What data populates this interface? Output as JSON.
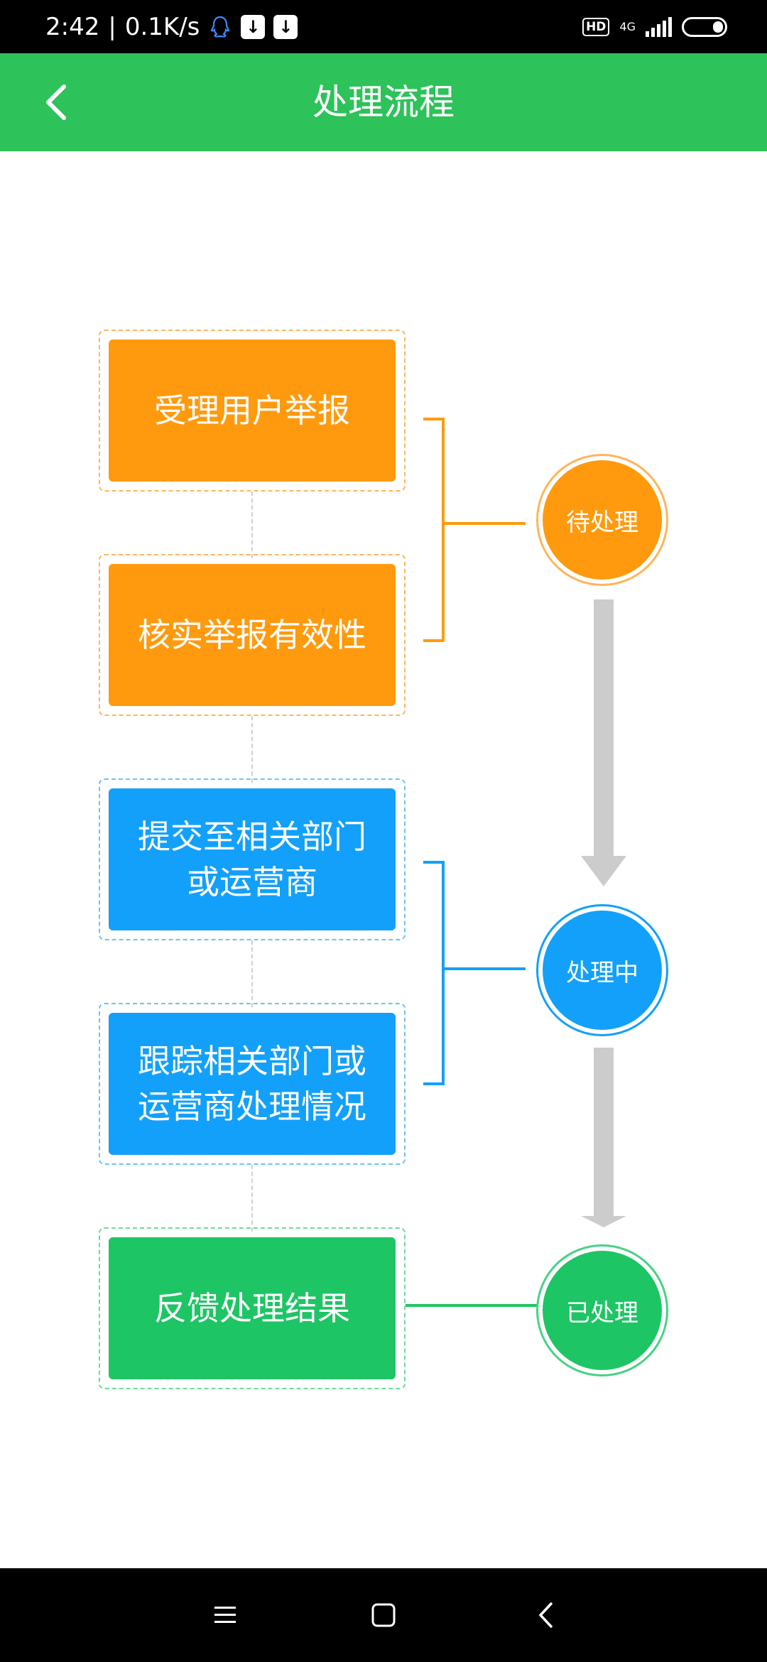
{
  "status_bar": {
    "time": "2:42",
    "separator": "|",
    "speed": "0.1K/s",
    "hd": "HD",
    "network": "4G"
  },
  "header": {
    "title": "处理流程"
  },
  "flow": {
    "steps": [
      {
        "label": "受理用户举报"
      },
      {
        "label": "核实举报有效性"
      },
      {
        "label": "提交至相关部门\n或运营商"
      },
      {
        "label": "跟踪相关部门或\n运营商处理情况"
      },
      {
        "label": "反馈处理结果"
      }
    ],
    "statuses": [
      {
        "label": "待处理"
      },
      {
        "label": "处理中"
      },
      {
        "label": "已处理"
      }
    ]
  },
  "colors": {
    "header": "#2dc25a",
    "pending": "#ff9a0e",
    "processing": "#13a0fa",
    "done": "#1ec564",
    "arrow": "#cccccc"
  },
  "icons": {
    "back": "chevron-left-icon",
    "nav_menu": "menu-icon",
    "nav_home": "square-icon",
    "nav_back": "back-triangle-icon"
  }
}
